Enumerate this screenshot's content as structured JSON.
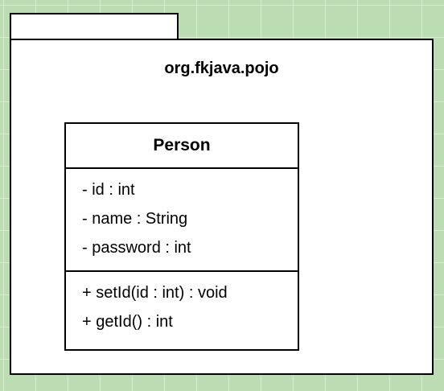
{
  "diagram": {
    "type": "uml-class",
    "package": {
      "name": "org.fkjava.pojo"
    },
    "class": {
      "name": "Person",
      "attributes": [
        "- id : int",
        "- name : String",
        "- password : int"
      ],
      "operations": [
        "+ setId(id : int) : void",
        "+ getId() : int"
      ]
    }
  },
  "colors": {
    "background": "#bcdcb4",
    "grid": "#d8ecd2",
    "box_fill": "#ffffff",
    "stroke": "#000000"
  }
}
